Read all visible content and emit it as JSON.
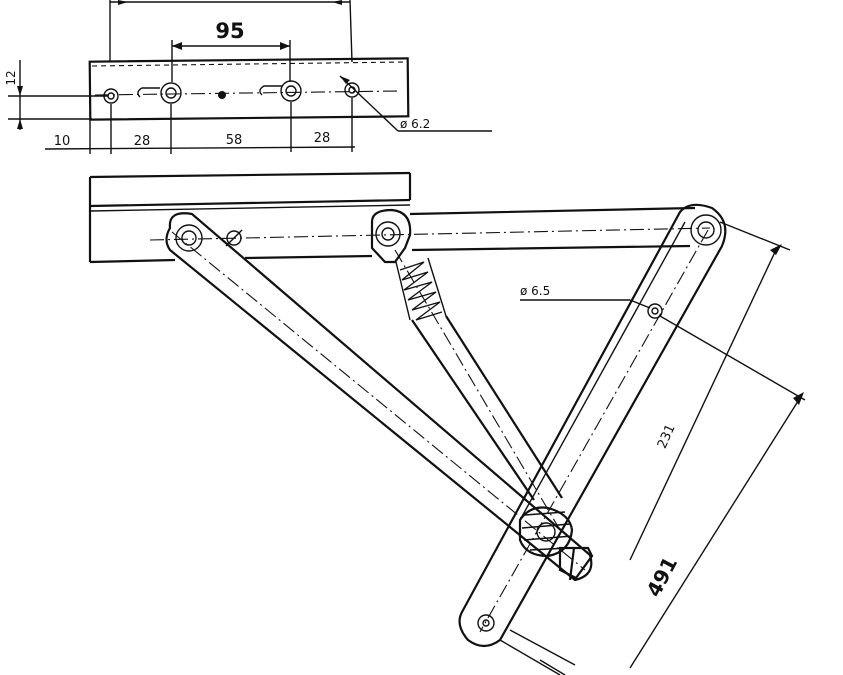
{
  "dimensions": {
    "top_span": "95",
    "height_12": "12",
    "offset_10": "10",
    "gap_28_left": "28",
    "gap_58": "58",
    "gap_28_right": "28",
    "hole_top": "ø 6.2",
    "hole_arm": "ø 6.5",
    "arm_231": "231",
    "arm_491": "491"
  }
}
